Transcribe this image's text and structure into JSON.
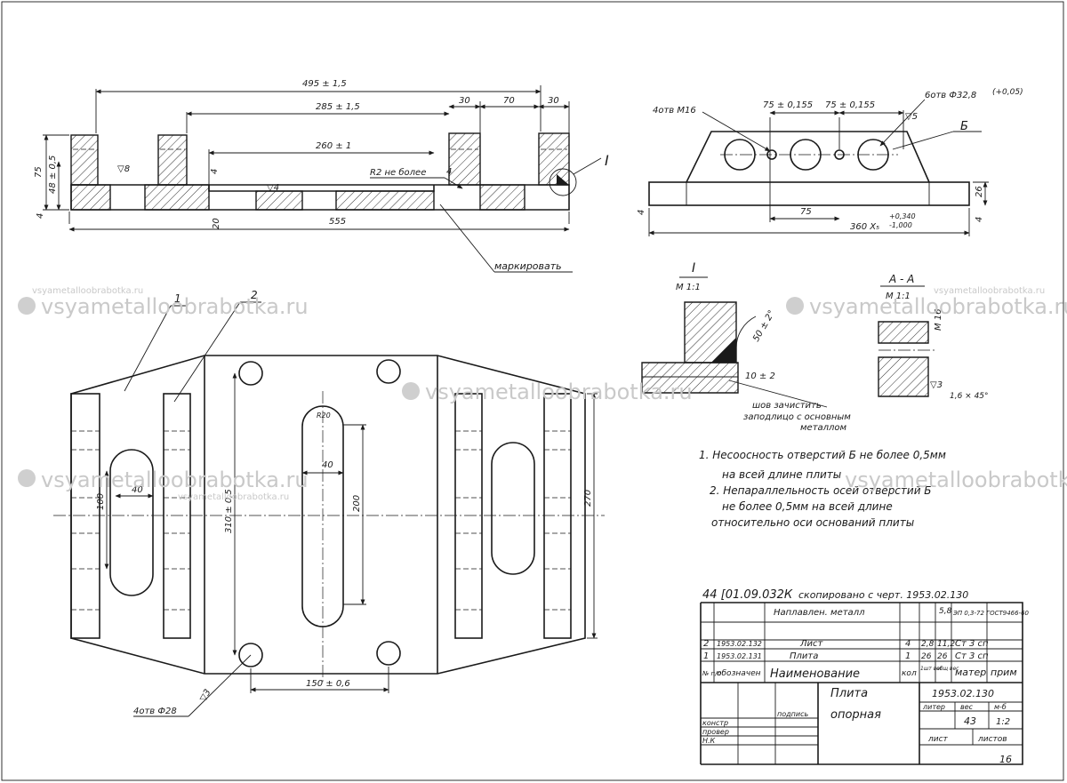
{
  "watermark": {
    "site": "vsyametalloobrabotka.ru",
    "small": "vsyametalloobrabotka.ru"
  },
  "front_view": {
    "dims": {
      "d495": "495 ± 1,5",
      "d285": "285 ± 1,5",
      "d30a": "30",
      "d70": "70",
      "d30b": "30",
      "d260": "260 ± 1",
      "d75": "75",
      "d48": "48 ± 0,5",
      "d4": "4",
      "d20": "20",
      "d555": "555",
      "d74": "4",
      "r2": "R2 не более",
      "chamfer": "▽8",
      "rough": "▽4"
    },
    "callout": "I",
    "mark_note": "маркировать"
  },
  "side_view": {
    "holes_m16": "4отв М16",
    "holes_32": "6отв Ф32,8",
    "tol_32": "(+0,05)",
    "d75a": "75 ± 0,155",
    "d75b": "75 ± 0,155",
    "d75": "75",
    "d360": "360 X₅",
    "tol360_up": "+0,340",
    "tol360_dn": "-1,000",
    "d26": "26",
    "d4l": "4",
    "d4r": "4",
    "p5": "▽5",
    "section_b": "Б"
  },
  "detail_i": {
    "title": "I",
    "scale": "М 1:1",
    "angle": "50 ± 2°",
    "d10": "10 ± 2",
    "weld_note_1": "шов зачистить",
    "weld_note_2": "заподлицо с основным",
    "weld_note_3": "металлом"
  },
  "section_aa": {
    "title": "А - А",
    "scale": "М 1:1",
    "thread": "М 16",
    "rough": "▽3",
    "chamfer": "1,6 × 45°"
  },
  "plan_view": {
    "pos1": "1",
    "pos2": "2",
    "d100": "100",
    "d40a": "40",
    "d310": "310 ± 0,5",
    "d40b": "40",
    "r20": "R20",
    "d200": "200",
    "d270": "270",
    "d150": "150 ± 0,6",
    "holes28": "4отв Ф28",
    "rough3": "▽3"
  },
  "notes": [
    "1. Несоосность     отверстий  Б  не более 0,5мм",
    "на всей длине плиты",
    "2. Непараллельность осей отверстий  Б",
    "не более  0,5мм  на всей длине",
    "относительно оси оснований плиты"
  ],
  "title_block": {
    "stamp": "44 [01.09.032К",
    "copy_note": "скопировано с черт. 1953.02.130",
    "weld_row": "Наплавлен. металл",
    "w_num": "5,8",
    "gost": "ЭП 0,3-72 ГОСТ9466-60",
    "rows": [
      {
        "n": "2",
        "code": "1953.02.132",
        "name": "Лист",
        "qty": "4",
        "w1": "2,8",
        "w2": "11,2",
        "mat": "Ст 3 сп"
      },
      {
        "n": "1",
        "code": "1953.02.131",
        "name": "Плита",
        "qty": "1",
        "w1": "26",
        "w2": "26",
        "mat": "Ст 3 сп"
      }
    ],
    "head": {
      "n": "№ п/п",
      "code": "обозначен",
      "name": "Наименование",
      "qty": "кол",
      "w1": "1шт вес",
      "w2": "общ вес",
      "mat": "матер",
      "note": "прим"
    },
    "part_name_1": "Плита",
    "part_name_2": "опорная",
    "drawing_no": "1953.02.130",
    "liter": "литер",
    "weight": "вес",
    "scale_h": "м-б",
    "weight_v": "43",
    "scale_v": "1:2",
    "sheet": "лист",
    "sheets": "листов",
    "constr": "констр",
    "check": "провер",
    "nk": "Н.К",
    "sign": "подпись",
    "page": "16"
  },
  "colors": {
    "ink": "#1a1a1a",
    "paper": "#ffffff",
    "watermark": "#c9c9c9"
  }
}
